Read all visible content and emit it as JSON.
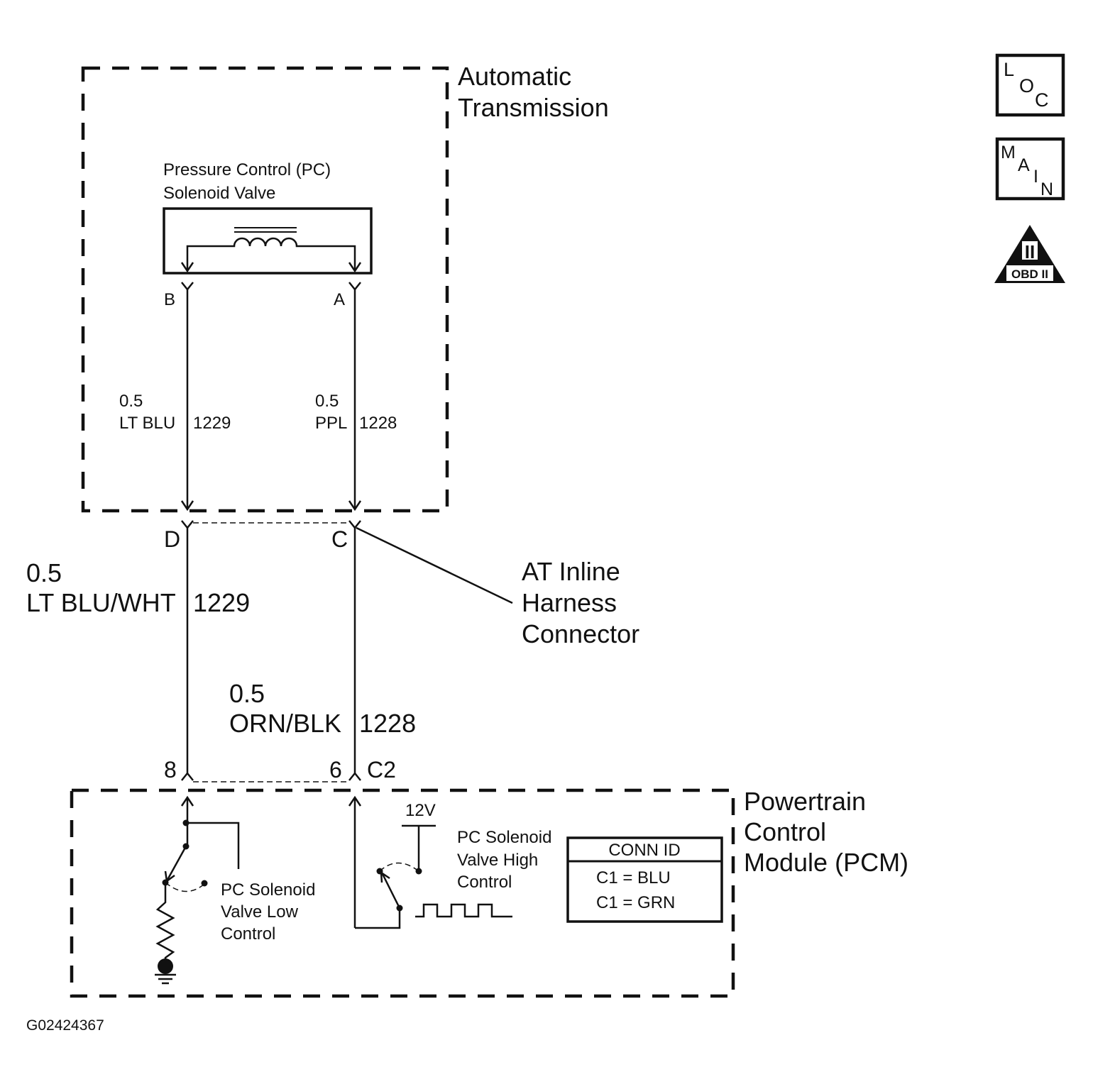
{
  "transmission": {
    "title_line1": "Automatic",
    "title_line2": "Transmission"
  },
  "solenoid": {
    "label_line1": "Pressure Control (PC)",
    "label_line2": "Solenoid Valve",
    "pin_b": "B",
    "pin_a": "A"
  },
  "wire_1229_upper": {
    "gauge": "0.5",
    "color": "LT BLU",
    "circuit": "1229"
  },
  "wire_1228_upper": {
    "gauge": "0.5",
    "color": "PPL",
    "circuit": "1228"
  },
  "inline_connector": {
    "pin_d": "D",
    "pin_c": "C",
    "label_line1": "AT Inline",
    "label_line2": "Harness",
    "label_line3": "Connector"
  },
  "wire_1229_lower": {
    "gauge": "0.5",
    "color": "LT BLU/WHT",
    "circuit": "1229"
  },
  "wire_1228_lower": {
    "gauge": "0.5",
    "color": "ORN/BLK",
    "circuit": "1228"
  },
  "pcm": {
    "pin_8": "8",
    "pin_6": "6",
    "connector": "C2",
    "title_line1": "Powertrain",
    "title_line2": "Control",
    "title_line3": "Module (PCM)",
    "supply": "12V",
    "low_control_line1": "PC Solenoid",
    "low_control_line2": "Valve Low",
    "low_control_line3": "Control",
    "high_control_line1": "PC Solenoid",
    "high_control_line2": "Valve High",
    "high_control_line3": "Control"
  },
  "conn_id": {
    "header": "CONN ID",
    "row1": "C1 = BLU",
    "row2": "C1 = GRN"
  },
  "badges": {
    "loc": [
      "L",
      "O",
      "C"
    ],
    "main": [
      "M",
      "A",
      "I",
      "N"
    ],
    "obd_numeral": "II",
    "obd_text": "OBD II"
  },
  "figure_id": "G02424367"
}
